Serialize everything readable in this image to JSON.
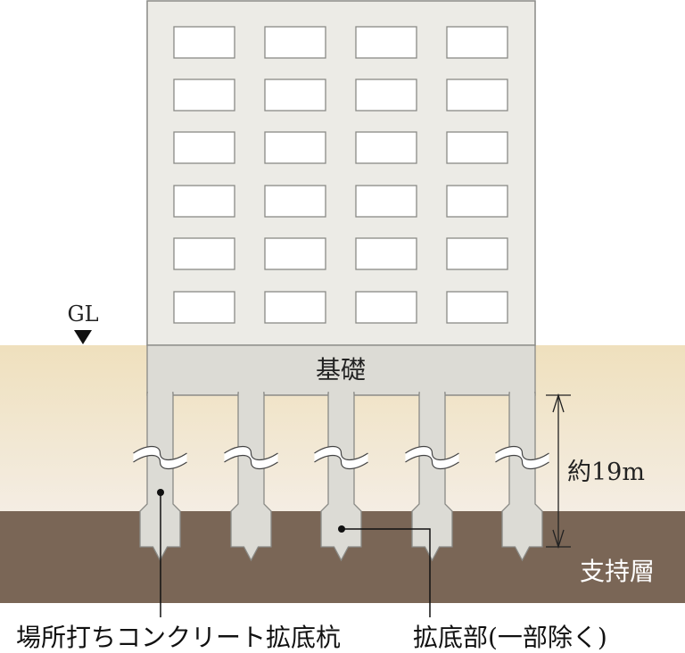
{
  "labels": {
    "gl": "GL",
    "foundation": "基礎",
    "depth": "約19m",
    "bearing_layer": "支持層",
    "pile": "場所打ちコンクリート拡底杭",
    "enlarged_base": "拡底部(一部除く)"
  },
  "colors": {
    "soil_top": "#efe0bd",
    "soil_bottom": "#f4ede3",
    "bearing": "#7a6656",
    "concrete": "#dcdbd5",
    "building": "#ecebe6",
    "outline": "#8a8a86"
  }
}
